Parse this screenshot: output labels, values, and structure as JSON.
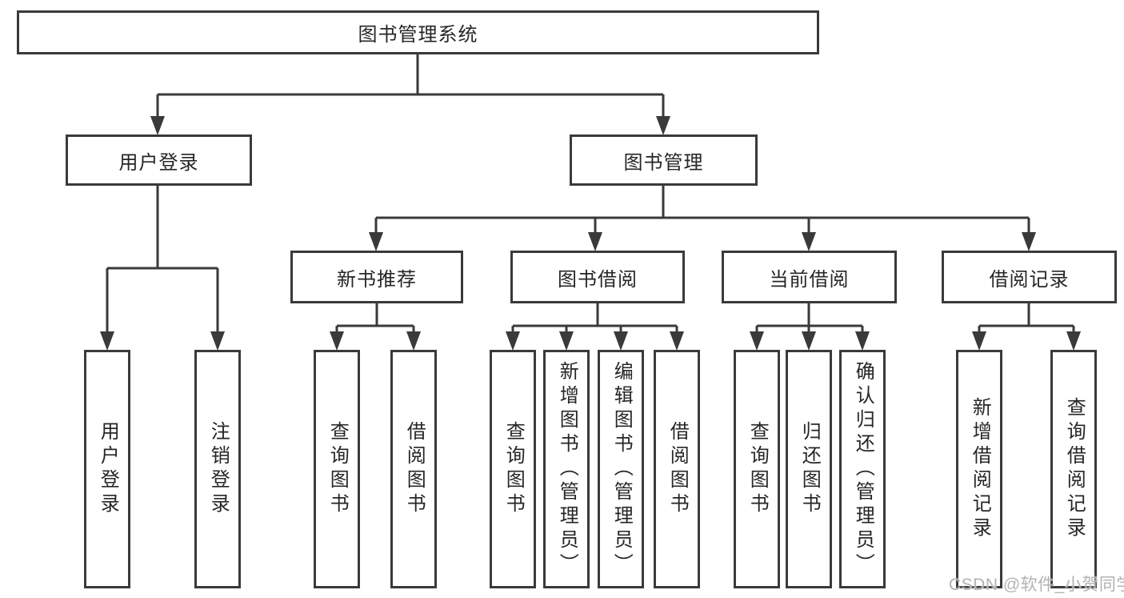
{
  "diagram": {
    "root": {
      "label": "图书管理系统"
    },
    "level2": [
      {
        "id": "user-login",
        "label": "用户登录"
      },
      {
        "id": "book-management",
        "label": "图书管理"
      }
    ],
    "level3": [
      {
        "id": "new-book-recommend",
        "label": "新书推荐"
      },
      {
        "id": "book-borrowing",
        "label": "图书借阅"
      },
      {
        "id": "current-borrowing",
        "label": "当前借阅"
      },
      {
        "id": "borrowing-records",
        "label": "借阅记录"
      }
    ],
    "level4": [
      {
        "parent": "user-login",
        "label": "用户登录"
      },
      {
        "parent": "user-login",
        "label": "注销登录"
      },
      {
        "parent": "new-book-recommend",
        "label": "查询图书"
      },
      {
        "parent": "new-book-recommend",
        "label": "借阅图书"
      },
      {
        "parent": "book-borrowing",
        "label": "查询图书"
      },
      {
        "parent": "book-borrowing",
        "label": "新增图书（管理员）"
      },
      {
        "parent": "book-borrowing",
        "label": "编辑图书（管理员）"
      },
      {
        "parent": "book-borrowing",
        "label": "借阅图书"
      },
      {
        "parent": "current-borrowing",
        "label": "查询图书"
      },
      {
        "parent": "current-borrowing",
        "label": "归还图书"
      },
      {
        "parent": "current-borrowing",
        "label": "确认归还（管理员）"
      },
      {
        "parent": "borrowing-records",
        "label": "新增借阅记录"
      },
      {
        "parent": "borrowing-records",
        "label": "查询借阅记录"
      }
    ]
  },
  "watermark": {
    "text": "CSDN @软件_小贺同学"
  },
  "colors": {
    "line": "#3a3a3a",
    "text": "#262626",
    "box_background": "#ffffff",
    "watermark": "#b2b2b2",
    "page_background": "#ffffff"
  }
}
